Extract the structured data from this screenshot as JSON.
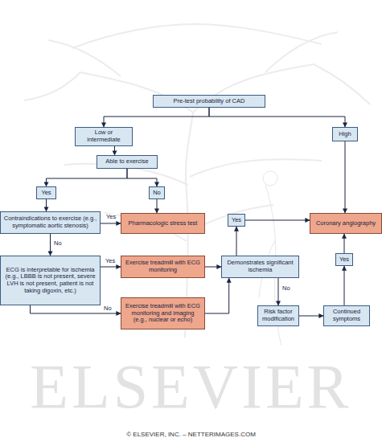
{
  "diagram": {
    "nodes": [
      {
        "text": [
          "Pre-test probability of CAD"
        ]
      },
      {
        "text": [
          "Low or intermediate"
        ]
      },
      {
        "text": [
          "High"
        ]
      },
      {
        "text": [
          "Able to exercise"
        ]
      },
      {
        "text": [
          "Yes"
        ]
      },
      {
        "text": [
          "No"
        ]
      },
      {
        "text": [
          "Contraindications to exercise (e.g., symptomatic aortic stenosis)"
        ]
      },
      {
        "text": [
          "Pharmacologic stress test"
        ]
      },
      {
        "text": [
          "Yes"
        ]
      },
      {
        "text": [
          "Coronary angiography"
        ]
      },
      {
        "text": [
          "ECG is interpretable for ischemia (e.g., LBBB is not present, severe LVH is not present, patient is not taking digoxin, etc.)"
        ]
      },
      {
        "text": [
          "Exercise treadmill with ECG monitoring"
        ]
      },
      {
        "text": [
          "Demonstrates significant ischemia"
        ]
      },
      {
        "text": [
          "Yes"
        ]
      },
      {
        "text": [
          "Exercise treadmill with ECG monitoring and imaging (e.g., nuclear or echo)"
        ]
      },
      {
        "text": [
          "Risk factor modification"
        ]
      },
      {
        "text": [
          "Continued symptoms"
        ]
      }
    ],
    "edges": [
      {
        "from": 0,
        "to": 1,
        "arrow": "to"
      },
      {
        "from": 0,
        "to": 2,
        "arrow": "to"
      },
      {
        "from": 1,
        "to": 3,
        "arrow": "to"
      },
      {
        "from": 3,
        "to": 4,
        "arrow": "to"
      },
      {
        "from": 3,
        "to": 5,
        "arrow": "to"
      },
      {
        "from": 4,
        "to": 6,
        "arrow": "to"
      },
      {
        "from": 5,
        "to": 7,
        "arrow": "to"
      },
      {
        "from": 6,
        "to": 7,
        "label": "Yes",
        "arrow": "to"
      },
      {
        "from": 6,
        "to": 10,
        "label": "No",
        "arrow": "to"
      },
      {
        "from": 10,
        "to": 11,
        "label": "Yes",
        "arrow": "to"
      },
      {
        "from": 10,
        "to": 14,
        "label": "No",
        "arrow": "to"
      },
      {
        "from": 11,
        "to": 12,
        "arrow": "to"
      },
      {
        "from": 14,
        "to": 12,
        "arrow": "to"
      },
      {
        "from": 12,
        "to": 8,
        "arrow": "to"
      },
      {
        "from": 8,
        "to": 9,
        "arrow": "to"
      },
      {
        "from": 12,
        "to": 15,
        "label": "No",
        "arrow": "to"
      },
      {
        "from": 15,
        "to": 16,
        "arrow": "to"
      },
      {
        "from": 16,
        "to": 13,
        "arrow": "to"
      },
      {
        "from": 13,
        "to": 9,
        "arrow": "to"
      },
      {
        "from": 2,
        "to": 9,
        "arrow": "to"
      }
    ],
    "labels": [
      "ELSEVIER",
      "© ELSEVIER, INC. – NETTERIMAGES.COM"
    ]
  }
}
